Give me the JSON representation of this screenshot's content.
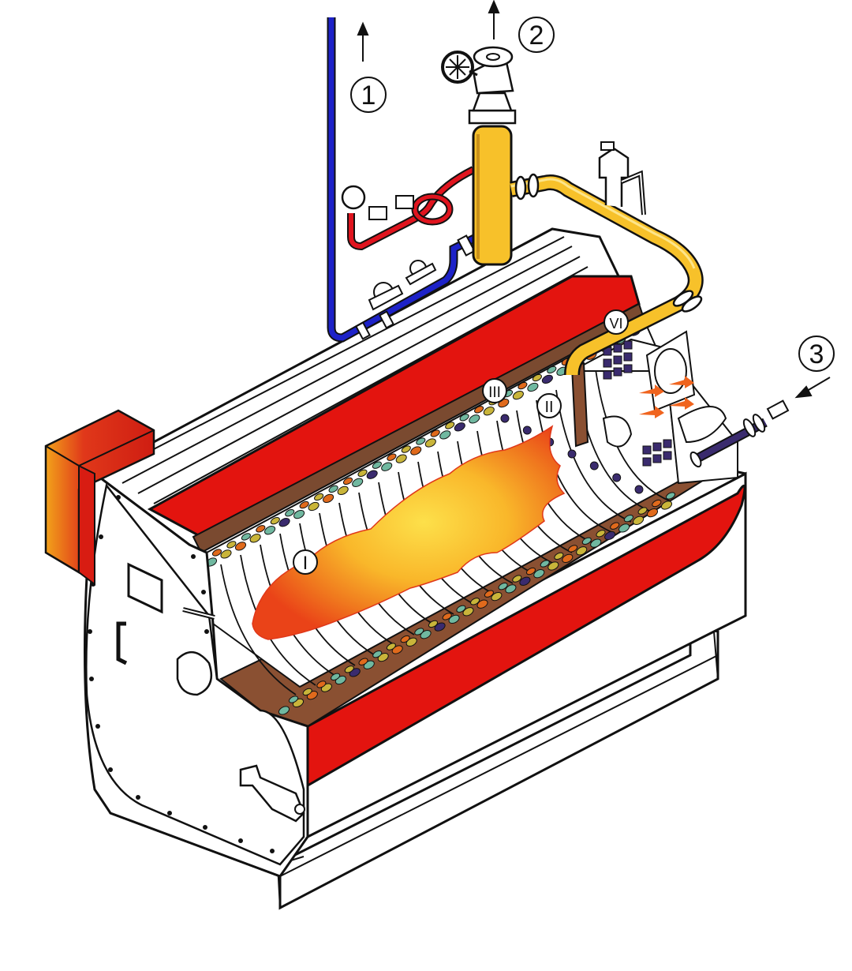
{
  "diagram": {
    "colors": {
      "outline": "#111111",
      "shell": "#ffffff",
      "insulation_red": "#e3140f",
      "burner_red": "#d81c12",
      "burner_orange": "#f08a16",
      "cold_water_blue": "#1d22c8",
      "hot_water_red": "#e0141e",
      "steam_yellow": "#f7c12a",
      "steam_yellow_dark": "#c9901a",
      "flame_outer": "#ef4a18",
      "flame_mid": "#f7901e",
      "flame_core": "#fde04a",
      "tube_cool": "#70b8a0",
      "tube_warm": "#c9b53a",
      "tube_hot": "#e06a1c",
      "tube_dark": "#3a2b6e",
      "floor_brown": "#8a5032",
      "flow_arrow": "#f0641e"
    },
    "callouts": [
      {
        "id": "c1",
        "text": "1"
      },
      {
        "id": "c2",
        "text": "2"
      },
      {
        "id": "c3",
        "text": "3"
      },
      {
        "id": "cI",
        "text": "I"
      },
      {
        "id": "cII",
        "text": "II"
      },
      {
        "id": "cIII",
        "text": "III"
      },
      {
        "id": "cVI",
        "text": "VI"
      }
    ]
  }
}
